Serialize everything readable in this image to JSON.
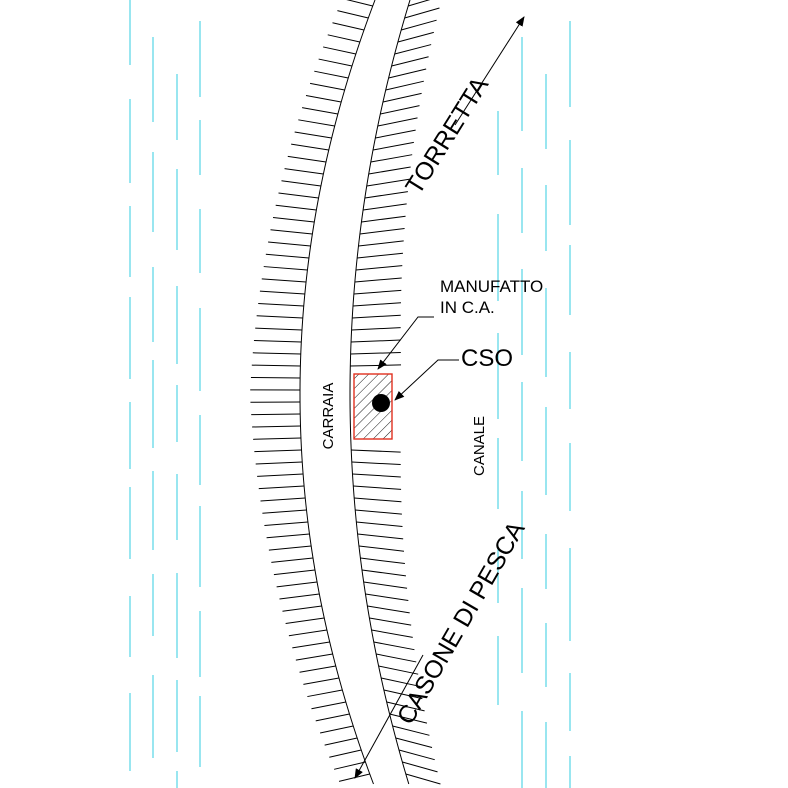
{
  "labels": {
    "torretta": "TORRETTA",
    "casone": "CASONE DI PESCA",
    "carraia": "CARRAIA",
    "canale": "CANALE",
    "manufatto_line1": "MANUFATTO",
    "manufatto_line2": "IN C.A.",
    "cso": "CSO"
  },
  "colors": {
    "water": "#33cce0",
    "line": "#000000",
    "structure_outline": "#e0301e",
    "background": "#ffffff"
  }
}
